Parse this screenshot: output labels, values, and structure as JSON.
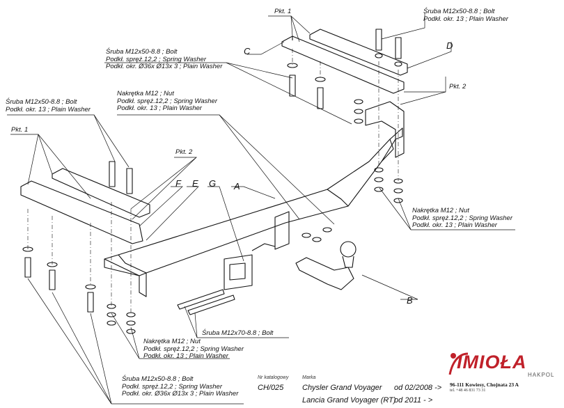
{
  "labels": {
    "pkt1_top": "Pkt. 1",
    "pkt1_left": "Pkt. 1",
    "pkt2_right": "Pkt. 2",
    "pkt2_left": "Pkt. 2",
    "bolt_top_right_1": "Śruba M12x50-8.8 ;  Bolt",
    "bolt_top_right_2": "Podkł. okr. 13 ; Plain Washer",
    "bolt_c_1": "Śruba M12x50-8.8 ;  Bolt",
    "bolt_c_2": "Podkł. spręż.12,2 ; Spring Washer",
    "bolt_c_3": "Podkł. okr.  Ø36x Ø13x 3 ; Plain Washer",
    "nut_top_1": "Nakrętka  M12 ; Nut",
    "nut_top_2": "Podkł. spręż.12,2 ; Spring Washer",
    "nut_top_3": "Podkł. okr. 13 ; Plain Washer",
    "bolt_left_1": "Śruba M12x50-8.8 ;  Bolt",
    "bolt_left_2": "Podkł. okr. 13 ; Plain Washer",
    "nut_right_1": "Nakrętka  M12 ; Nut",
    "nut_right_2": "Podkł. spręż.12,2 ; Spring Washer",
    "nut_right_3": "Podkł. okr. 13 ; Plain Washer",
    "bolt_m70": "Śruba M12x70-8.8 ;  Bolt",
    "nut_bottom_1": "Nakrętka  M12 ; Nut",
    "nut_bottom_2": "Podkł. spręż.12,2 ; Spring Washer",
    "nut_bottom_3": "Podkł. okr. 13 ; Plain Washer",
    "bolt_bottom_1": "Śruba M12x50-8.8 ;  Bolt",
    "bolt_bottom_2": "Podkł. spręż.12,2 ; Spring Washer",
    "bolt_bottom_3": "Podkł. okr.  Ø36x Ø13x 3 ; Plain Washer"
  },
  "letters": {
    "a": "A",
    "b": "B",
    "c": "C",
    "d": "D",
    "e": "E",
    "f": "F",
    "g": "G"
  },
  "footer": {
    "catalog_label": "Nr katalogowy",
    "catalog_number": "CH/025",
    "make_label": "Marka",
    "car_1": "Chysler Grand Voyager",
    "date_1": "od 02/2008 ->",
    "car_2": "Lancia Grand Voyager (RT)",
    "date_2": "od 2011 - >"
  },
  "company": {
    "brand": "IMIOŁA",
    "brand_sub": "HAKPOL",
    "address": "96-111 Kowiesy, Chojnata 23 A",
    "phone": "tel. +48 46 831 73 31"
  },
  "colors": {
    "ink": "#111111",
    "brand_red": "#c0212a",
    "paper": "#ffffff"
  }
}
